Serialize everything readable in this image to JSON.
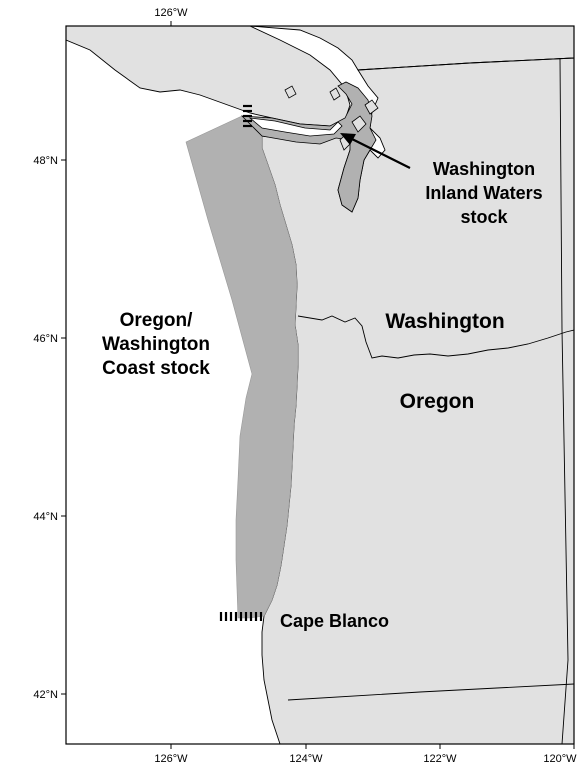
{
  "axes": {
    "top_ticks": [
      "126°W"
    ],
    "bottom_ticks": [
      "126°W",
      "124°W",
      "122°W",
      "120°W"
    ],
    "left_ticks": [
      "48°N",
      "46°N",
      "44°N",
      "42°N"
    ]
  },
  "regions": {
    "washington": "Washington",
    "oregon": "Oregon"
  },
  "stocks": {
    "inland": [
      "Washington",
      "Inland Waters",
      "stock"
    ],
    "coast": [
      "Oregon/",
      "Washington",
      "Coast stock"
    ]
  },
  "places": {
    "cape_blanco": "Cape Blanco"
  },
  "colors": {
    "land": "#e1e1e1",
    "stock_area": "#b1b1b1",
    "water": "#ffffff",
    "border": "#000000"
  }
}
